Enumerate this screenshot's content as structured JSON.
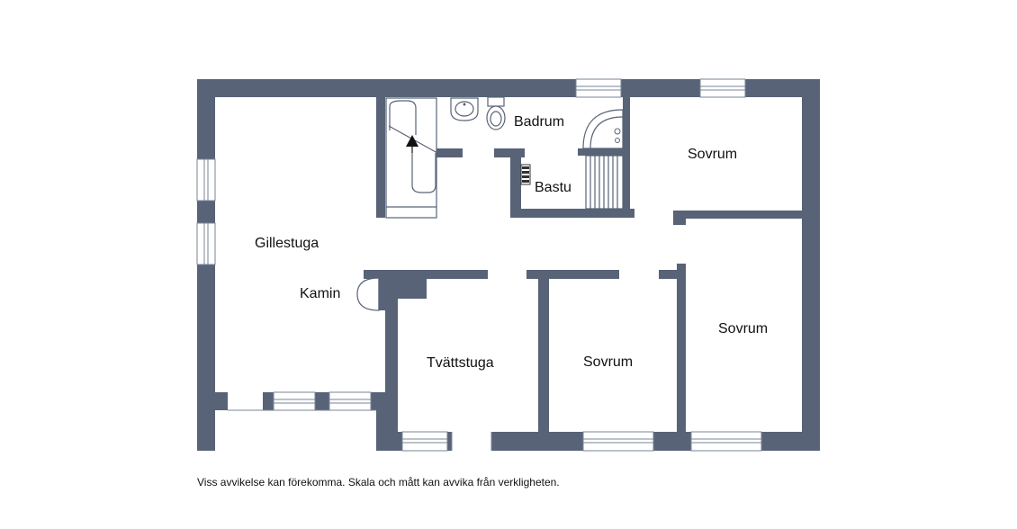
{
  "rooms": {
    "badrum": "Badrum",
    "bastu": "Bastu",
    "sovrum_top": "Sovrum",
    "gillestuga": "Gillestuga",
    "kamin": "Kamin",
    "tvattstuga": "Tvättstuga",
    "sovrum_middle": "Sovrum",
    "sovrum_right": "Sovrum"
  },
  "disclaimer": "Viss avvikelse kan förekomma. Skala och mått kan avvika från verkligheten.",
  "colors": {
    "wall": "#586377",
    "background": "#ffffff",
    "text": "#111111"
  }
}
